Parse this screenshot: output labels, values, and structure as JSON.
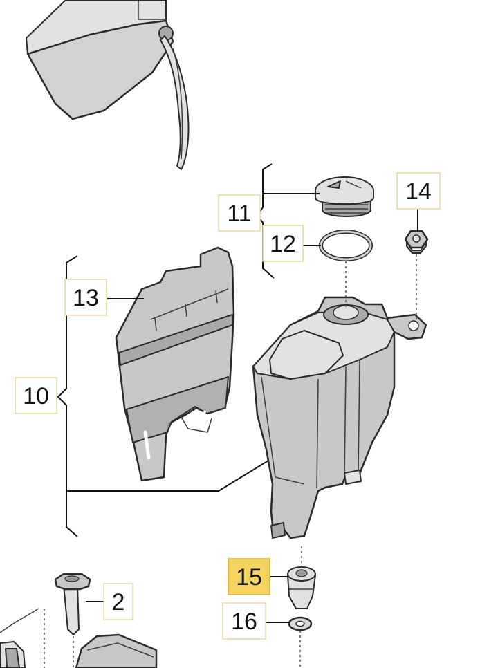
{
  "labels": [
    {
      "id": "l1",
      "text": "11",
      "highlight": false
    },
    {
      "id": "l2",
      "text": "12",
      "highlight": false
    },
    {
      "id": "l3",
      "text": "14",
      "highlight": false
    },
    {
      "id": "l4",
      "text": "13",
      "highlight": false
    },
    {
      "id": "l5",
      "text": "10",
      "highlight": false
    },
    {
      "id": "l6",
      "text": "15",
      "highlight": true
    },
    {
      "id": "l7",
      "text": "2",
      "highlight": false
    },
    {
      "id": "l8",
      "text": "16",
      "highlight": false
    }
  ],
  "colors": {
    "highlight": "#f4d35e",
    "label_border": "#ecd99a",
    "part_fill": "#c8c8c8"
  }
}
